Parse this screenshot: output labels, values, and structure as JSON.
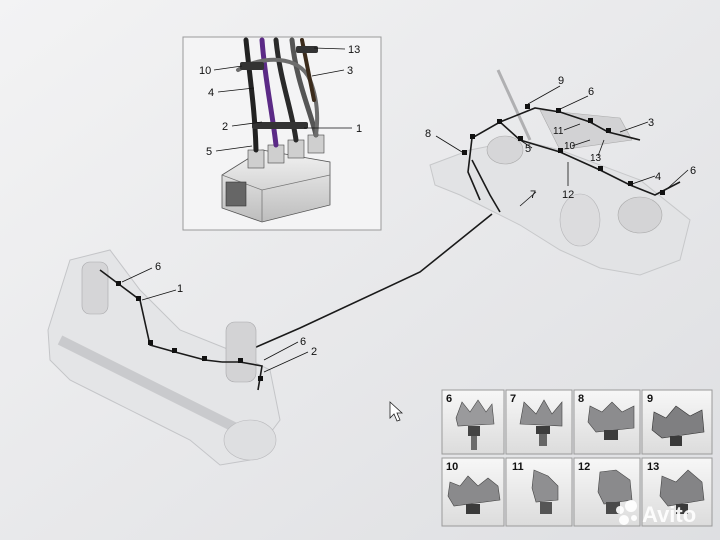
{
  "inset_callouts": [
    "10",
    "4",
    "2",
    "5",
    "13",
    "3",
    "1"
  ],
  "rear_callouts": [
    "9",
    "6",
    "8",
    "11",
    "5",
    "10",
    "3",
    "13",
    "7",
    "12",
    "4",
    "6"
  ],
  "front_callouts": [
    "6",
    "1",
    "6",
    "2"
  ],
  "parts_grid": [
    "6",
    "7",
    "8",
    "9",
    "10",
    "11",
    "12",
    "13"
  ],
  "watermark": "Avito",
  "colors": {
    "background": "#e9eaec",
    "line": "#1a1a1a",
    "part": "#d7d7d7",
    "pipe_purple": "#5b2a86"
  }
}
